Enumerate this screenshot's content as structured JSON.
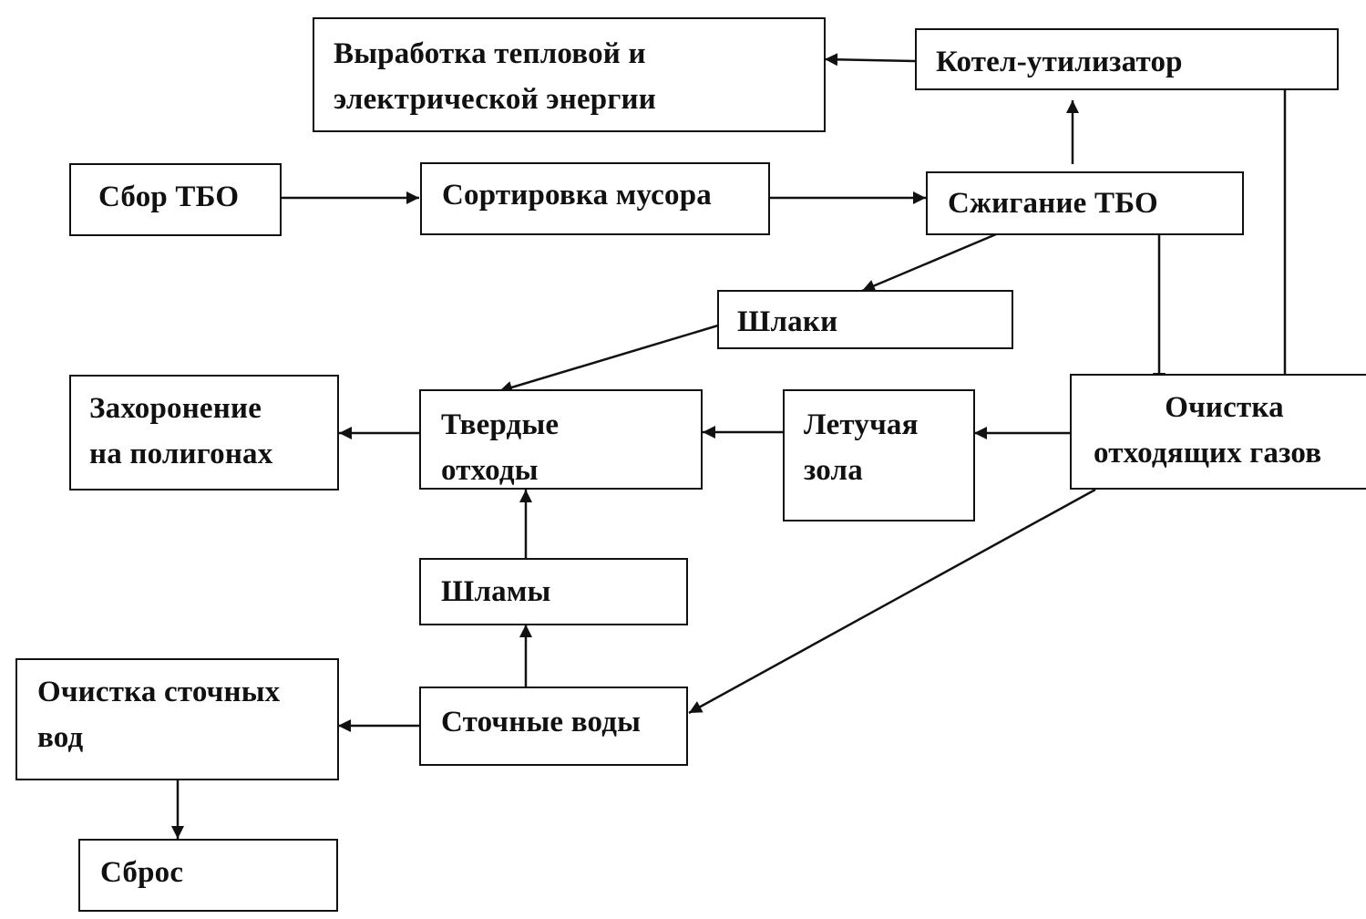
{
  "nodes": {
    "energy": {
      "lines": [
        "Выработка тепловой и",
        "электрической энергии"
      ]
    },
    "boiler": {
      "lines": [
        "Котел-утилизатор"
      ]
    },
    "collect": {
      "lines": [
        "Сбор ТБО"
      ]
    },
    "sort": {
      "lines": [
        "Сортировка  мусора"
      ]
    },
    "burn": {
      "lines": [
        "Сжигание ТБО"
      ]
    },
    "slag": {
      "lines": [
        "Шлаки"
      ]
    },
    "landfill": {
      "lines": [
        "Захоронение",
        "на полигонах"
      ]
    },
    "solid": {
      "lines": [
        "Твердые",
        "отходы"
      ]
    },
    "flyash": {
      "lines": [
        "Летучая",
        "зола"
      ]
    },
    "gascleaning": {
      "lines": [
        "Очистка",
        "отходящих газов"
      ]
    },
    "sludge": {
      "lines": [
        "Шламы"
      ]
    },
    "wwcleaning": {
      "lines": [
        "Очистка сточных",
        "вод"
      ]
    },
    "wastewater": {
      "lines": [
        "Сточные воды"
      ]
    },
    "discharge": {
      "lines": [
        "Сброс"
      ]
    }
  },
  "edges": [
    {
      "from": "collect",
      "to": "sort"
    },
    {
      "from": "sort",
      "to": "burn"
    },
    {
      "from": "burn",
      "to": "boiler"
    },
    {
      "from": "boiler",
      "to": "energy"
    },
    {
      "from": "burn",
      "to": "slag"
    },
    {
      "from": "burn",
      "to": "gascleaning"
    },
    {
      "from": "gascleaning",
      "to": "boiler",
      "arrow": false
    },
    {
      "from": "slag",
      "to": "solid"
    },
    {
      "from": "solid",
      "to": "landfill"
    },
    {
      "from": "flyash",
      "to": "solid"
    },
    {
      "from": "gascleaning",
      "to": "flyash"
    },
    {
      "from": "gascleaning",
      "to": "wastewater"
    },
    {
      "from": "sludge",
      "to": "solid"
    },
    {
      "from": "wastewater",
      "to": "sludge"
    },
    {
      "from": "wastewater",
      "to": "wwcleaning"
    },
    {
      "from": "wwcleaning",
      "to": "discharge"
    }
  ]
}
